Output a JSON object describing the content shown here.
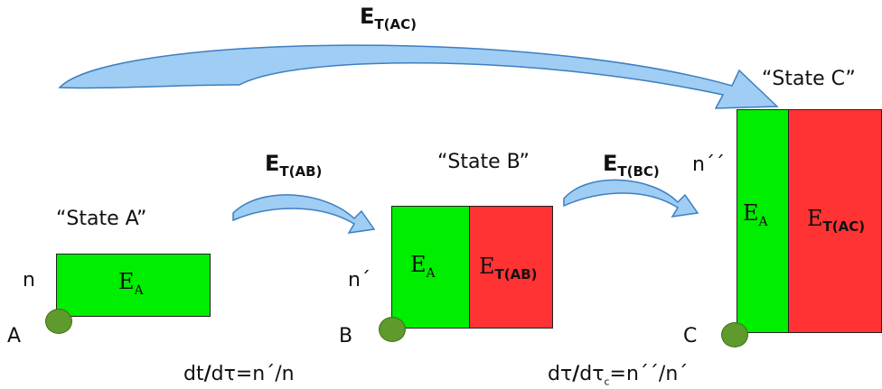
{
  "diagram": {
    "top_energy": {
      "main": "E",
      "sub": "T(AC)"
    },
    "states": {
      "a": {
        "title": "“State A”",
        "level": "n",
        "corner": "A",
        "energy_main": "E",
        "energy_sub": "A"
      },
      "b": {
        "title": "“State B”",
        "level": "n´",
        "corner": "B",
        "energy_main": "E",
        "energy_sub": "A",
        "transfer_main": "E",
        "transfer_sub": "T(AB)"
      },
      "c": {
        "title": "“State C”",
        "level": "n´´",
        "corner": "C",
        "energy_main": "E",
        "energy_sub": "A",
        "transfer_main": "E",
        "transfer_sub": "T(AC)"
      }
    },
    "arrow_ab": {
      "main": "E",
      "sub": "T(AB)"
    },
    "arrow_bc": {
      "main": "E",
      "sub": "T(BC)"
    },
    "formula_1": {
      "left": "dt",
      "slash": "/",
      "right": "dτ=n´/n"
    },
    "formula_2": {
      "left": "dτ",
      "slash": "/",
      "mid": "dτ",
      "mid_sub": "c",
      "right": "=n´´/n´"
    },
    "colors": {
      "green": "#00ee00",
      "red": "#ff3333",
      "arrow_fill": "#9fcdf3",
      "arrow_stroke": "#3d7fc0",
      "dot": "#5f9a2c"
    }
  }
}
